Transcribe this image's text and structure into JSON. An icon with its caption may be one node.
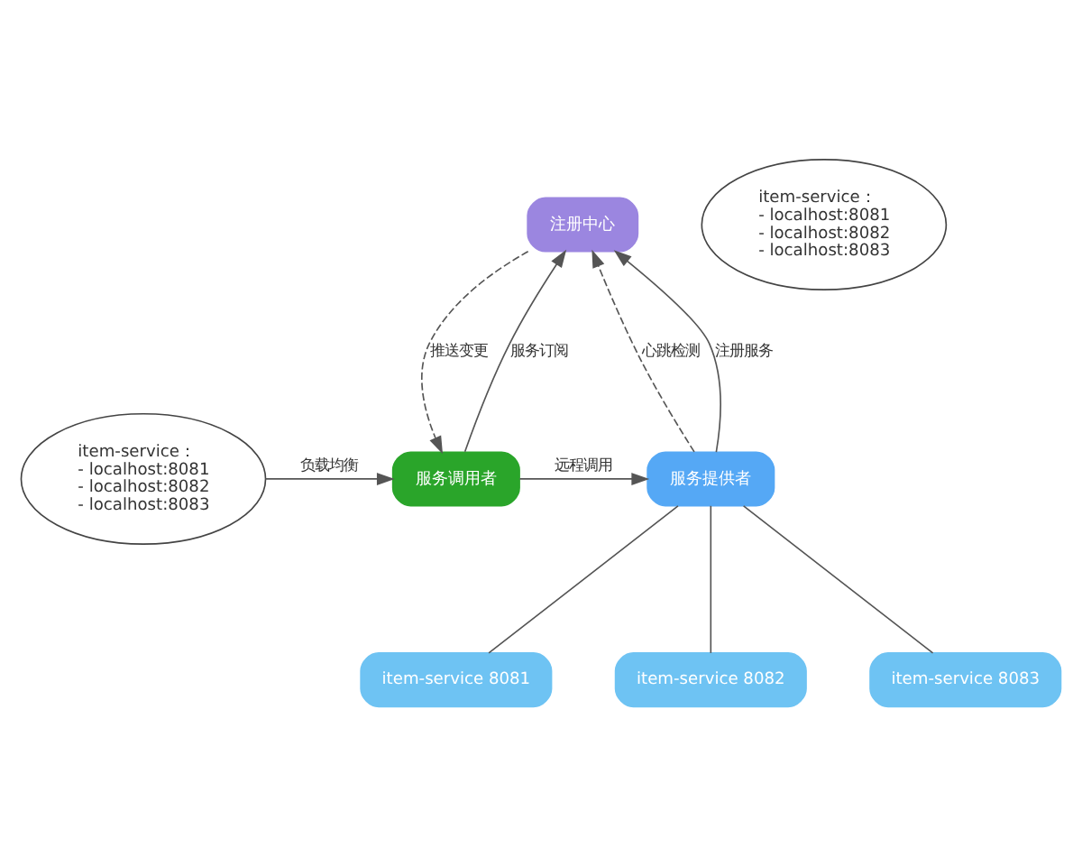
{
  "diagram": {
    "nodes": [
      {
        "text": [
          "注册中心"
        ]
      },
      {
        "text": [
          "item-service：",
          "- localhost:8081",
          "- localhost:8082",
          "- localhost:8083"
        ]
      },
      {
        "text": [
          "服务调用者"
        ]
      },
      {
        "text": [
          "item-service：",
          "- localhost:8081",
          "- localhost:8082",
          "- localhost:8083"
        ]
      },
      {
        "text": [
          "服务提供者"
        ]
      },
      {
        "text": [
          "item-service 8081"
        ]
      },
      {
        "text": [
          "item-service 8082"
        ]
      },
      {
        "text": [
          "item-service 8083"
        ]
      }
    ],
    "edges": [
      {
        "from": 2,
        "to": 0,
        "arrow": "to",
        "label": "服务订阅"
      },
      {
        "from": 0,
        "to": 2,
        "arrow": "to",
        "label": "推送变更",
        "style": "dashed"
      },
      {
        "from": 4,
        "to": 0,
        "arrow": "to",
        "label": "心跳检测",
        "style": "dashed"
      },
      {
        "from": 4,
        "to": 0,
        "arrow": "to",
        "label": "注册服务"
      },
      {
        "from": 2,
        "to": 4,
        "arrow": "to",
        "label": "远程调用"
      },
      {
        "from": 3,
        "to": 2,
        "arrow": "to",
        "label": "负载均衡"
      },
      {
        "from": 4,
        "to": 5,
        "arrow": "none"
      },
      {
        "from": 4,
        "to": 6,
        "arrow": "none"
      },
      {
        "from": 4,
        "to": 7,
        "arrow": "none"
      }
    ]
  }
}
